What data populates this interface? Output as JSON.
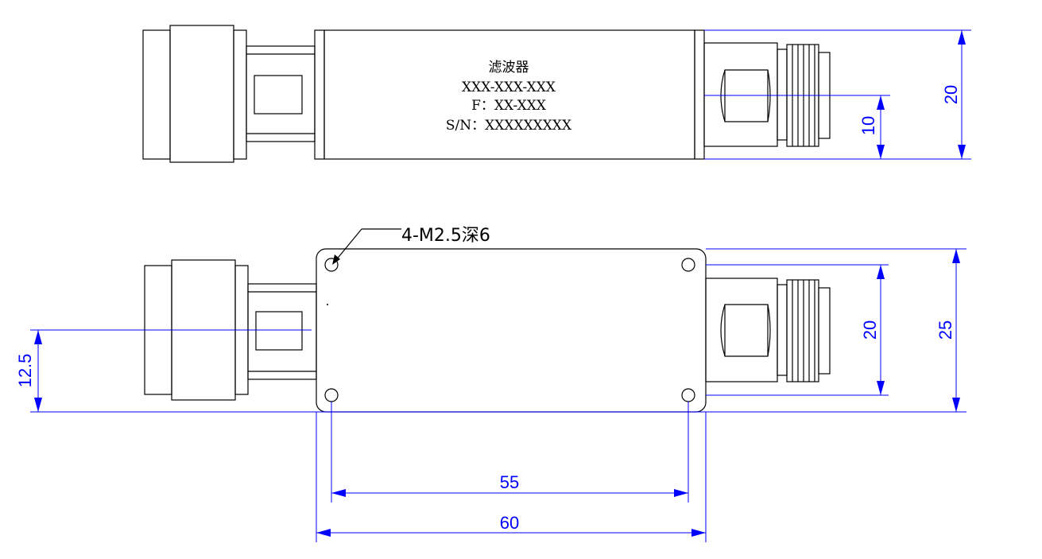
{
  "label": {
    "name": "滤波器",
    "model": "XXX-XXX-XXX",
    "freq": "F：XX-XXX",
    "serial": "S/N：XXXXXXXXX"
  },
  "callout": {
    "holes": "4-M2.5深6"
  },
  "dimensions": {
    "top_height": "20",
    "top_half": "10",
    "bottom_height": "25",
    "bottom_connector": "20",
    "bottom_offset": "12.5",
    "hole_spacing": "55",
    "overall_length": "60"
  },
  "colors": {
    "outline": "#000000",
    "dimension": "#0000ff"
  }
}
